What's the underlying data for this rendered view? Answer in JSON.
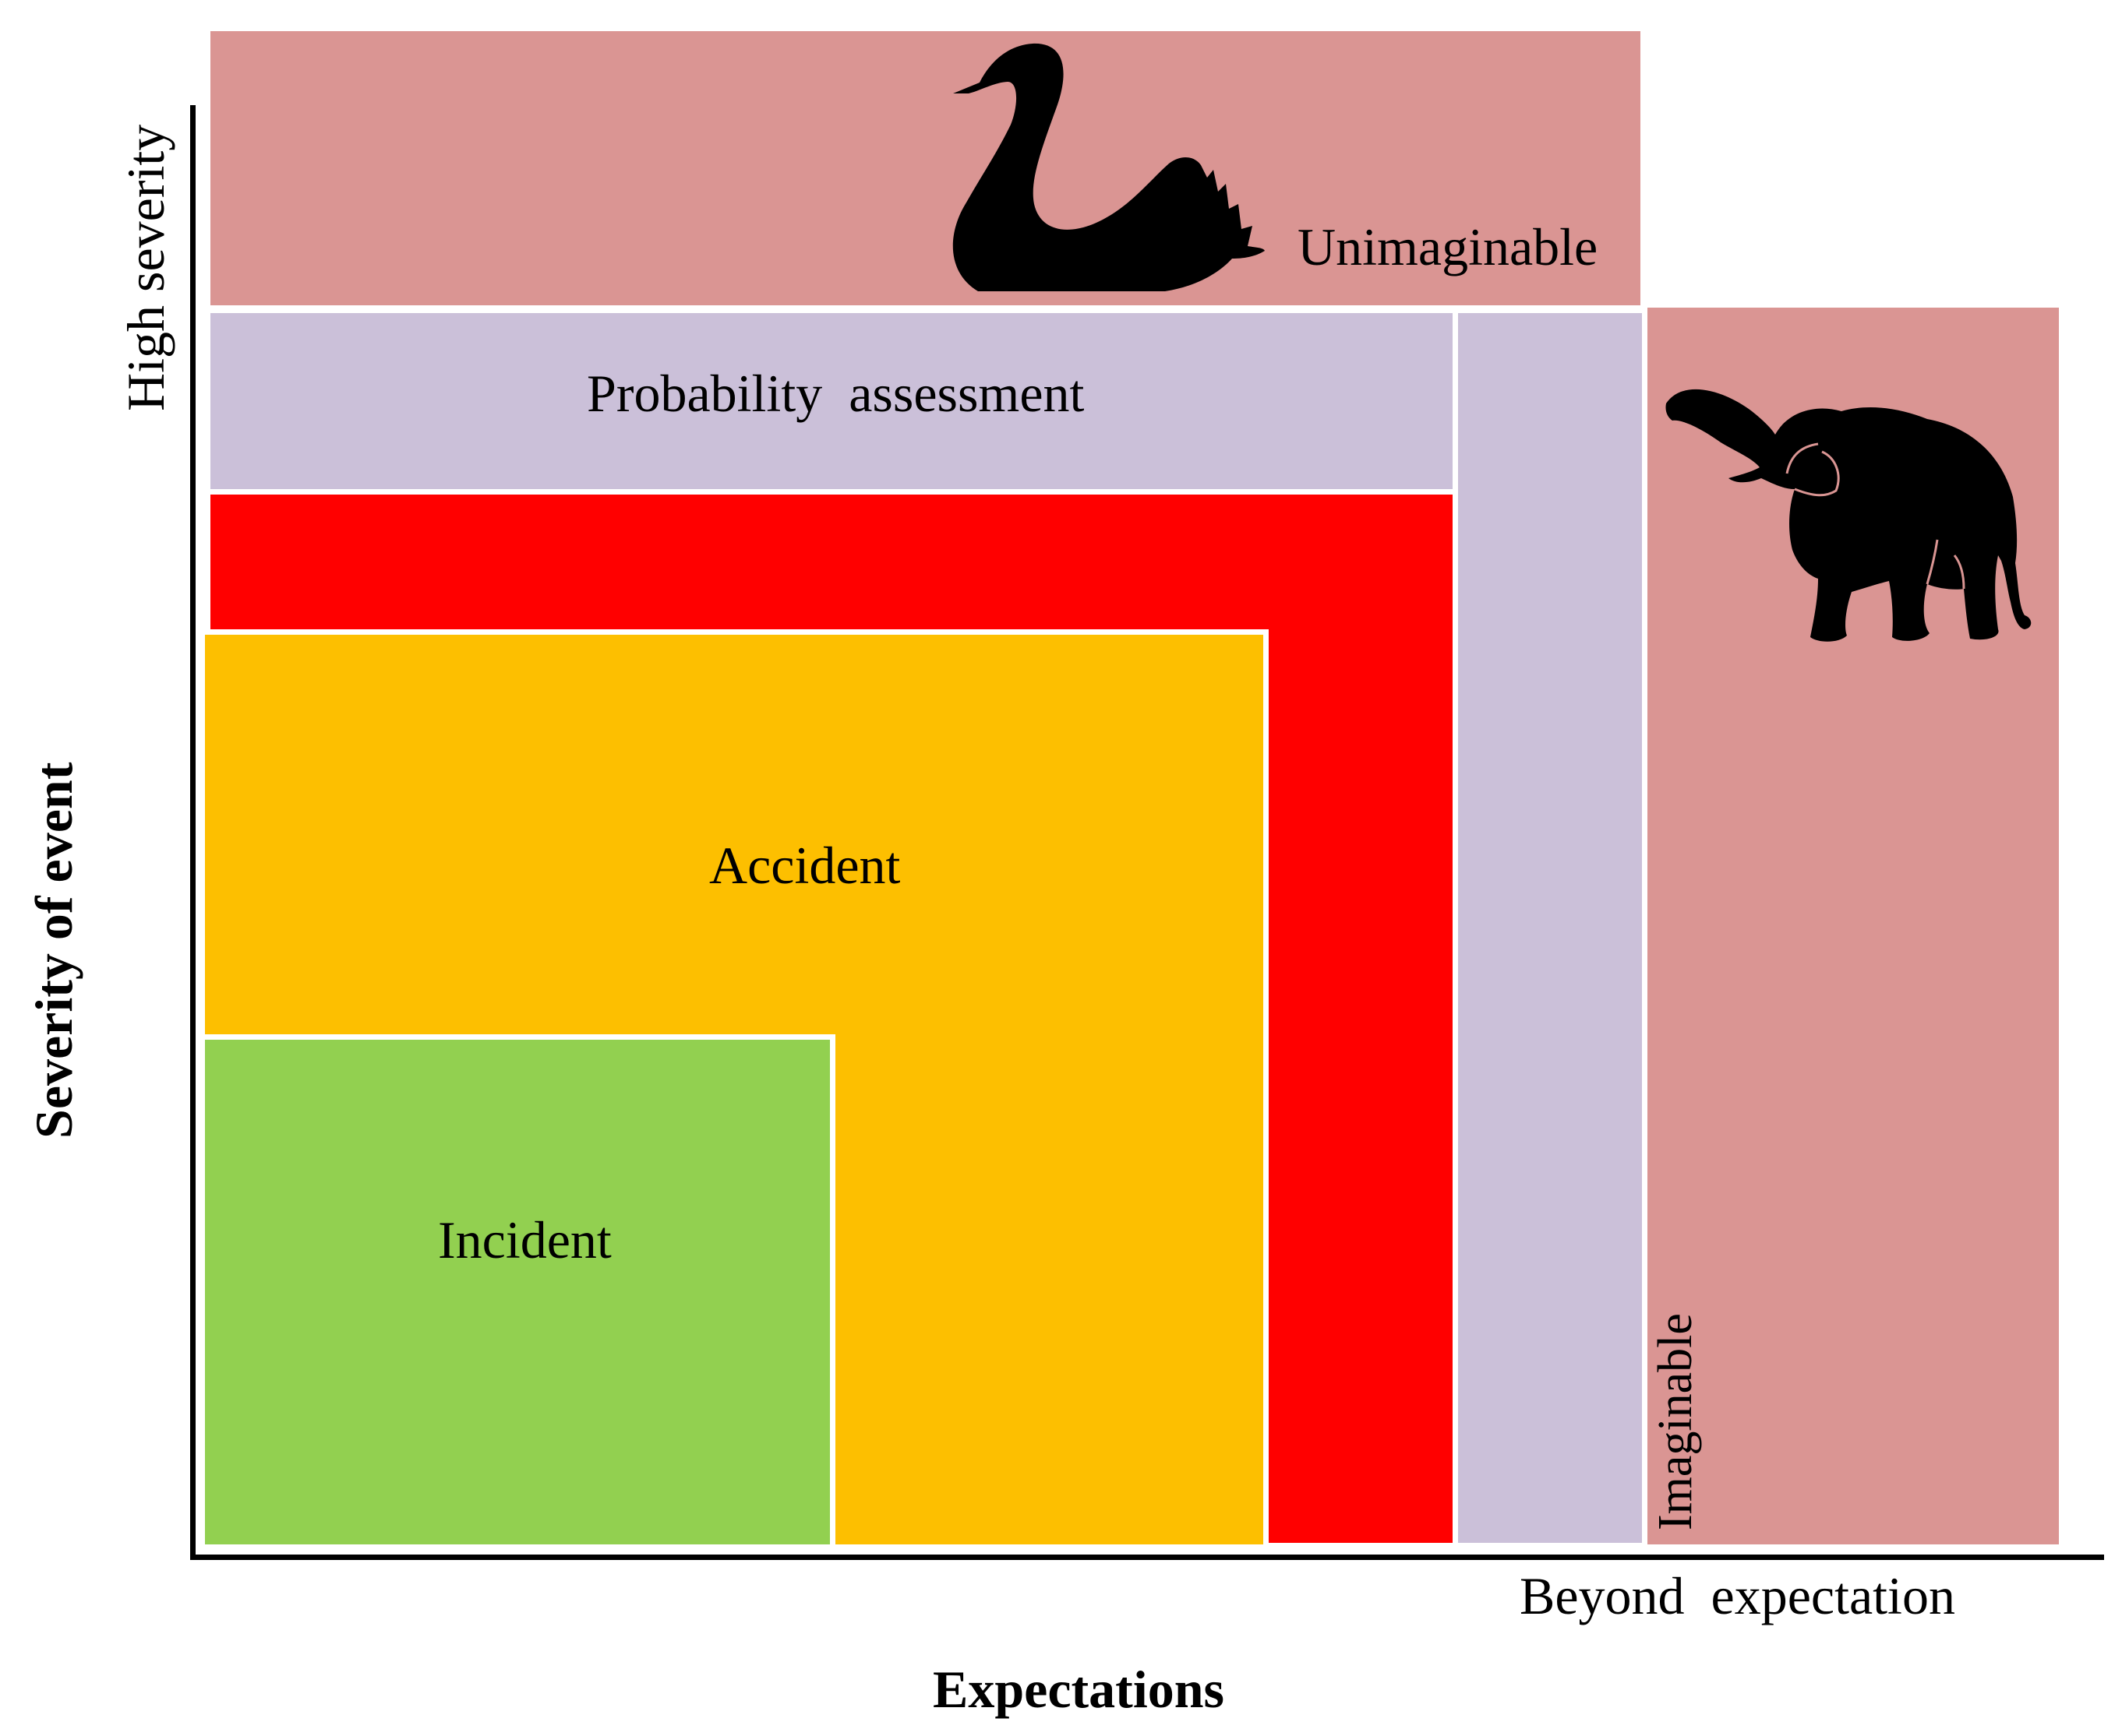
{
  "colors": {
    "unimaginable": "#da9593",
    "imaginable": "#da9593",
    "probability": "#cbc0d9",
    "red_band": "#ff0000",
    "accident": "#fdbf00",
    "incident": "#92d050",
    "silhouette": "#000000",
    "axis": "#000000"
  },
  "regions": {
    "unimaginable": "Unimaginable",
    "probability_assessment": "Probability  assessment",
    "accident": "Accident",
    "incident": "Incident",
    "imaginable": "Imaginable"
  },
  "axes": {
    "y_title": "Severity of event",
    "y_top_label": "High severity",
    "x_title": "Expectations",
    "x_right_label": "Beyond  expectation"
  },
  "icons": {
    "swan": "black-swan-icon",
    "elephant": "elephant-icon"
  }
}
